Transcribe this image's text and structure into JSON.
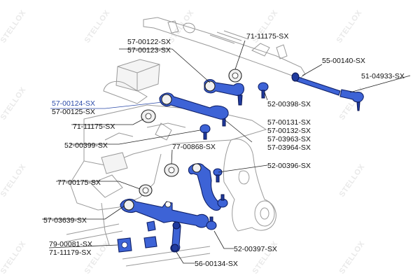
{
  "watermark": {
    "text": "STELLOX"
  },
  "labels": {
    "l_57_00122": "57-00122-SX",
    "l_57_00123": "57-00123-SX",
    "l_71_11175_top": "71-11175-SX",
    "l_55_00140": "55-00140-SX",
    "l_51_04933": "51-04933-SX",
    "l_57_00124": "57-00124-SX",
    "l_57_00125": "57-00125-SX",
    "l_52_00398": "52-00398-SX",
    "l_71_11175_left": "71-11175-SX",
    "l_57_00131": "57-00131-SX",
    "l_57_00132": "57-00132-SX",
    "l_57_03963": "57-03963-SX",
    "l_57_03964": "57-03964-SX",
    "l_52_00399": "52-00399-SX",
    "l_77_00868": "77-00868-SX",
    "l_52_00396": "52-00396-SX",
    "l_77_00175": "77-00175-SX",
    "l_57_03639": "57-03639-SX",
    "l_79_00081": "79-00081-SX",
    "l_71_11179": "71-11179-SX",
    "l_52_00397": "52-00397-SX",
    "l_56_00134": "56-00134-SX"
  },
  "colors": {
    "part_primary": "#3d63d6",
    "part_outline": "#0e1f66",
    "highlight_label": "#2b4aa8",
    "leader": "#222222",
    "sketch": "#9a9a9a",
    "watermark": "#e9e9e9"
  }
}
